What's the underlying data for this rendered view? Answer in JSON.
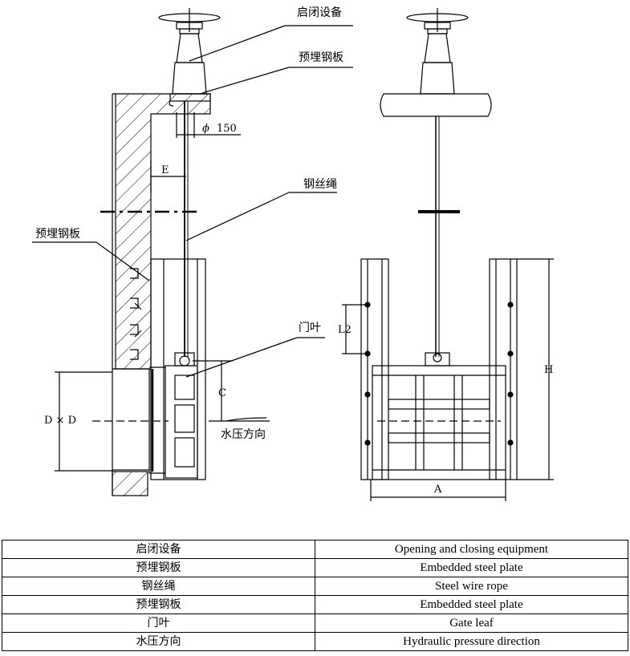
{
  "labels": {
    "hoist": "启闭设备",
    "embedded_plate_top": "预埋钢板",
    "diameter_symbol": "ϕ",
    "diameter_value": "150",
    "dim_e": "E",
    "wire_rope": "钢丝绳",
    "embedded_plate_side": "预埋钢板",
    "gate_leaf": "门叶",
    "dim_c": "C",
    "dim_dxd": "D × D",
    "water_pressure": "水压方向",
    "dim_l2": "L2",
    "dim_h": "H",
    "dim_a": "A"
  },
  "legend": {
    "rows": [
      {
        "cn": "启闭设备",
        "en": "Opening and closing equipment"
      },
      {
        "cn": "预埋钢板",
        "en": "Embedded steel plate"
      },
      {
        "cn": "钢丝绳",
        "en": "Steel wire rope"
      },
      {
        "cn": "预埋钢板",
        "en": "Embedded steel plate"
      },
      {
        "cn": "门叶",
        "en": "Gate leaf"
      },
      {
        "cn": "水压方向",
        "en": "Hydraulic pressure direction"
      }
    ]
  }
}
